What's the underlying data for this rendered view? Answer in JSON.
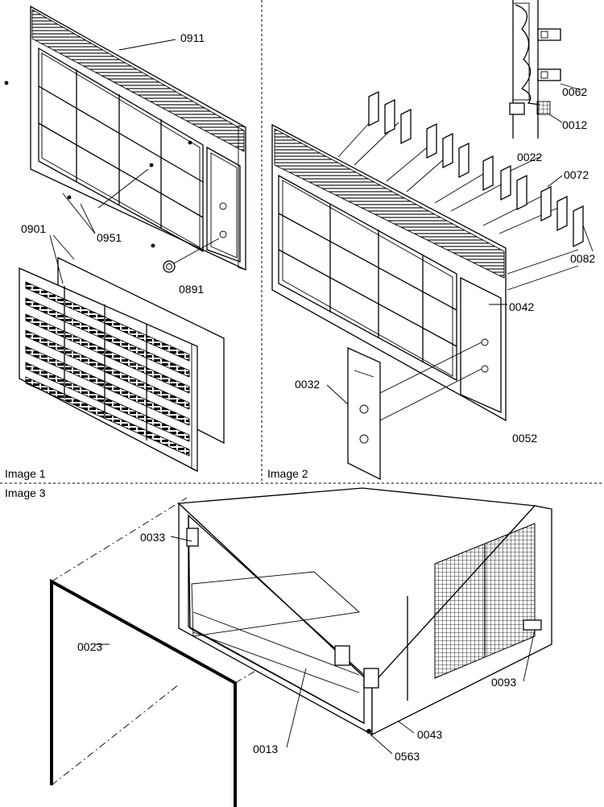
{
  "panels": {
    "image1": "Image 1",
    "image2": "Image 2",
    "image3": "Image 3"
  },
  "parts": {
    "p0911": "0911",
    "p0951": "0951",
    "p0901": "0901",
    "p0891": "0891",
    "p0062": "0062",
    "p0012": "0012",
    "p0022": "0022",
    "p0072": "0072",
    "p0082": "0082",
    "p0042": "0042",
    "p0032": "0032",
    "p0052": "0052",
    "p0033": "0033",
    "p0023": "0023",
    "p0013": "0013",
    "p0043": "0043",
    "p0563": "0563",
    "p0093": "0093"
  }
}
